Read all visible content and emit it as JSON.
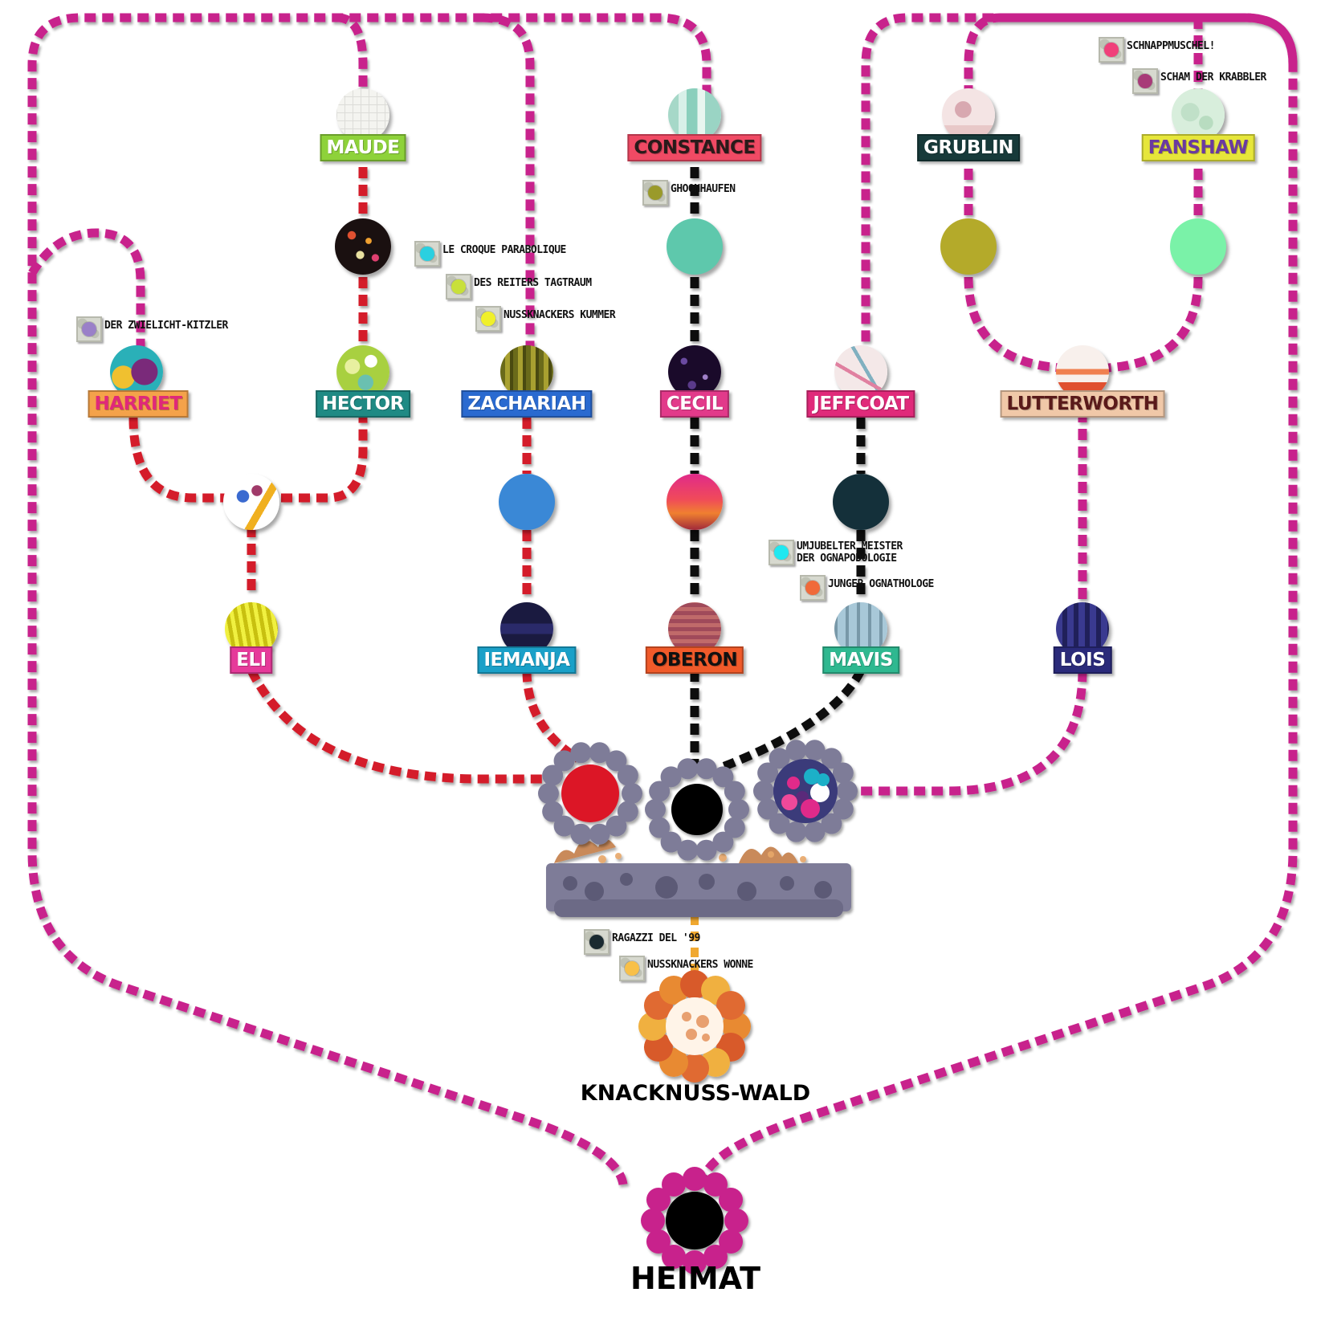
{
  "world": {
    "hub_label": "KNACKNUSS-WALD",
    "home_label": "HEIMAT"
  },
  "colors": {
    "path_magenta": "#c8248c",
    "path_red": "#d41c2c",
    "path_black": "#111111",
    "path_orange": "#f0a830"
  },
  "levels": [
    {
      "name": "MAUDE",
      "plate_bg": "#8ed23a",
      "plate_fg": "#ffffff",
      "icon": "grid-paper-icon"
    },
    {
      "name": "CONSTANCE",
      "plate_bg": "#f04a64",
      "plate_fg": "#2a1a1a",
      "icon": "seaweed-icon"
    },
    {
      "name": "GRUBLIN",
      "plate_bg": "#173a3a",
      "plate_fg": "#ffffff",
      "icon": "pipe-icon"
    },
    {
      "name": "FANSHAW",
      "plate_bg": "#e6e63a",
      "plate_fg": "#6a3aa0",
      "icon": "bubble-icon"
    },
    {
      "name": "HARRIET",
      "plate_bg": "#f4a24a",
      "plate_fg": "#e0287a",
      "icon": "face-icon"
    },
    {
      "name": "HECTOR",
      "plate_bg": "#1f8a84",
      "plate_fg": "#ffffff",
      "icon": "bubbles-icon"
    },
    {
      "name": "ZACHARIAH",
      "plate_bg": "#2a6ad0",
      "plate_fg": "#ffffff",
      "icon": "forest-icon"
    },
    {
      "name": "CECIL",
      "plate_bg": "#e23a8a",
      "plate_fg": "#ffffff",
      "icon": "space-icon"
    },
    {
      "name": "JEFFCOAT",
      "plate_bg": "#e02a7a",
      "plate_fg": "#ffffff",
      "icon": "scribble-icon"
    },
    {
      "name": "LUTTERWORTH",
      "plate_bg": "#f0c8a8",
      "plate_fg": "#5a1a1a",
      "icon": "city-icon"
    },
    {
      "name": "ELI",
      "plate_bg": "#e63a9a",
      "plate_fg": "#ffffff",
      "icon": "trees-icon"
    },
    {
      "name": "IEMANJA",
      "plate_bg": "#1aa0c8",
      "plate_fg": "#ffffff",
      "icon": "shapes-icon"
    },
    {
      "name": "OBERON",
      "plate_bg": "#f05a2a",
      "plate_fg": "#111111",
      "icon": "stripes-icon"
    },
    {
      "name": "MAVIS",
      "plate_bg": "#2fb890",
      "plate_fg": "#ffffff",
      "icon": "woods-icon"
    },
    {
      "name": "LOIS",
      "plate_bg": "#2a2a7a",
      "plate_fg": "#ffffff",
      "icon": "glyph-icon"
    }
  ],
  "items": [
    {
      "label": "SCHNAPPMUSCHEL!",
      "color": "#f0407a"
    },
    {
      "label": "SCHAM DER KRABBLER",
      "color": "#a83a78"
    },
    {
      "label": "GHOONHAUFEN",
      "color": "#9a9a2a"
    },
    {
      "label": "LE CROQUE PARABOLIQUE",
      "color": "#2ad0e0"
    },
    {
      "label": "DES REITERS TAGTRAUM",
      "color": "#c8e03a"
    },
    {
      "label": "NUSSKNACKERS KUMMER",
      "color": "#f0f02a"
    },
    {
      "label": "DER ZWIELICHT-KITZLER",
      "color": "#9a80c8"
    },
    {
      "label": "UMJUBELTER MEISTER\nDER OGNAPODOLOGIE",
      "color": "#20e8f0"
    },
    {
      "label": "JUNGER OGNATHOLOGE",
      "color": "#f06a3a"
    },
    {
      "label": "RAGAZZI DEL '99",
      "color": "#1a2a30"
    },
    {
      "label": "NUSSKNACKERS WONNE",
      "color": "#f8c048"
    }
  ],
  "nodes": [
    {
      "color": "#1a1010",
      "icon": "confetti-node-icon"
    },
    {
      "color": "#5ec8ac",
      "icon": "node-icon"
    },
    {
      "color": "#b4aa2a",
      "icon": "node-icon"
    },
    {
      "color": "#7af2a8",
      "icon": "node-icon"
    },
    {
      "color": "#3a88d6",
      "icon": "node-icon"
    },
    {
      "color": "#e83a6a",
      "icon": "sunset-node-icon"
    },
    {
      "color": "#14303a",
      "icon": "node-icon"
    },
    {
      "color": "#ffffff",
      "icon": "mixed-node-icon"
    }
  ],
  "gates": [
    {
      "color": "#dc1428"
    },
    {
      "color": "#000000"
    },
    {
      "color": "#3a3a7a"
    }
  ]
}
